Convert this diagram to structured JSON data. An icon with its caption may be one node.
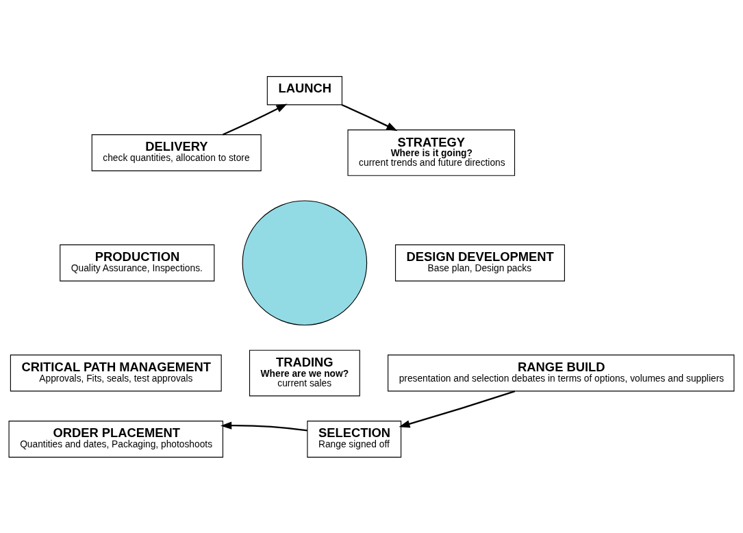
{
  "diagram": {
    "nodes": [
      {
        "text": [],
        "shape": "circle"
      },
      {
        "text": [
          "LAUNCH"
        ]
      },
      {
        "text": [
          "DELIVERY",
          "check quantities, allocation to store"
        ]
      },
      {
        "text": [
          "STRATEGY",
          "Where is it going?",
          "current trends and future directions"
        ]
      },
      {
        "text": [
          "PRODUCTION",
          "Quality Assurance, Inspections."
        ]
      },
      {
        "text": [
          "DESIGN DEVELOPMENT",
          "Base plan, Design packs"
        ]
      },
      {
        "text": [
          "TRADING",
          "Where are we now?",
          "current sales"
        ]
      },
      {
        "text": [
          "CRITICAL PATH MANAGEMENT",
          "Approvals, Fits, seals, test approvals"
        ]
      },
      {
        "text": [
          "RANGE BUILD",
          "presentation and selection debates in terms of options, volumes and suppliers"
        ]
      },
      {
        "text": [
          "ORDER PLACEMENT",
          "Quantities and dates, Packaging, photoshoots"
        ]
      },
      {
        "text": [
          "SELECTION",
          "Range signed off"
        ]
      }
    ],
    "edges": [
      {
        "from": 2,
        "to": 1,
        "arrow": "to"
      },
      {
        "from": 1,
        "to": 3,
        "arrow": "to"
      },
      {
        "from": 8,
        "to": 10,
        "arrow": "to"
      },
      {
        "from": 10,
        "to": 9,
        "arrow": "to"
      }
    ]
  }
}
